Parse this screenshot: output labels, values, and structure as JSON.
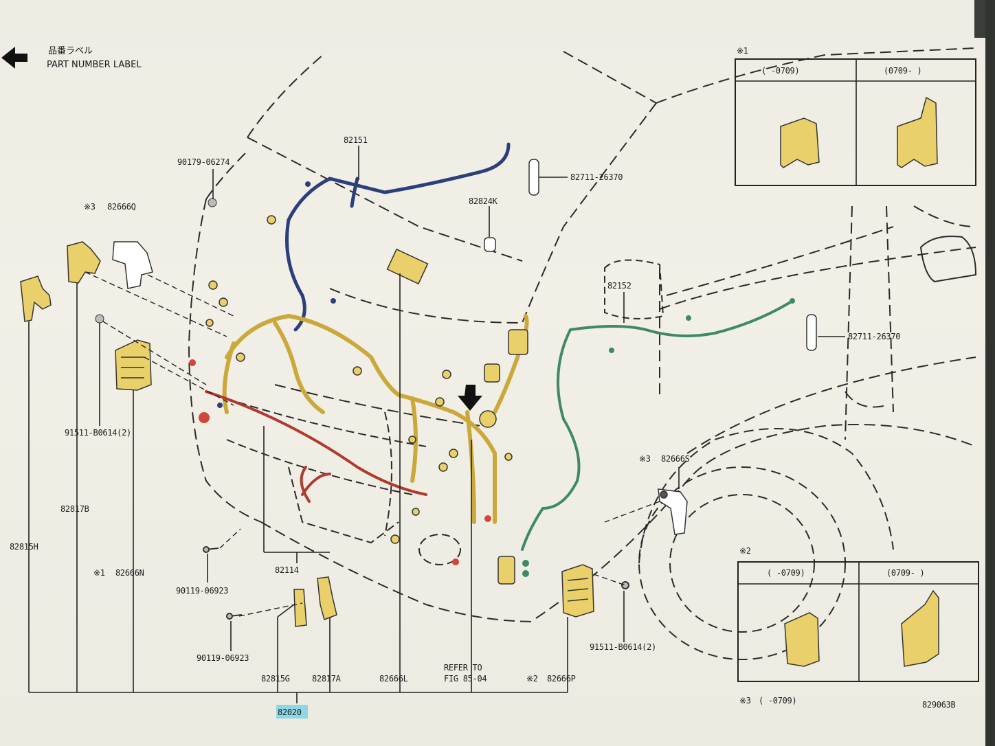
{
  "header": {
    "label_jp": "品番ラベル",
    "label_en": "PART NUMBER LABEL"
  },
  "callouts": {
    "c82151": "82151",
    "c82824K": "82824K",
    "c82711_top": "82711-26370",
    "c90179": "90179-06274",
    "c82666Q_mark": "※3",
    "c82666Q": "82666Q",
    "c82152": "82152",
    "c82711_right": "82711-26370",
    "c82666S_mark": "※3",
    "c82666S": "82666S",
    "c91511_left": "91511-B0614(2)",
    "c82817B": "82817B",
    "c82815H": "82815H",
    "c82666N_mark": "※1",
    "c82666N": "82666N",
    "c90119_a": "90119-06923",
    "c82114": "82114",
    "c90119_b": "90119-06923",
    "c82815G": "82815G",
    "c82817A": "82817A",
    "c82666L": "82666L",
    "refer1": "REFER TO",
    "refer2": "FIG 85-04",
    "c82666P_mark": "※2",
    "c82666P": "82666P",
    "c91511_right": "91511-B0614(2)",
    "c82020": "82020",
    "fig_code": "829063B"
  },
  "insets": [
    {
      "mark": "※1",
      "col_a": "(    -0709)",
      "col_b": "(0709-      )"
    },
    {
      "mark": "※2",
      "col_a": "(    -0709)",
      "col_b": "(0709-      )"
    }
  ],
  "note3": {
    "mark": "※3",
    "range": "(    -0709)"
  },
  "colors": {
    "paper": "#efede4",
    "ink": "#1d1d1d",
    "part_yellow": "#e9d06a",
    "wire_navy": "#2c3f7a",
    "wire_red": "#b03a2e",
    "wire_green": "#3f8a63",
    "highlight": "#7fd3e6"
  }
}
